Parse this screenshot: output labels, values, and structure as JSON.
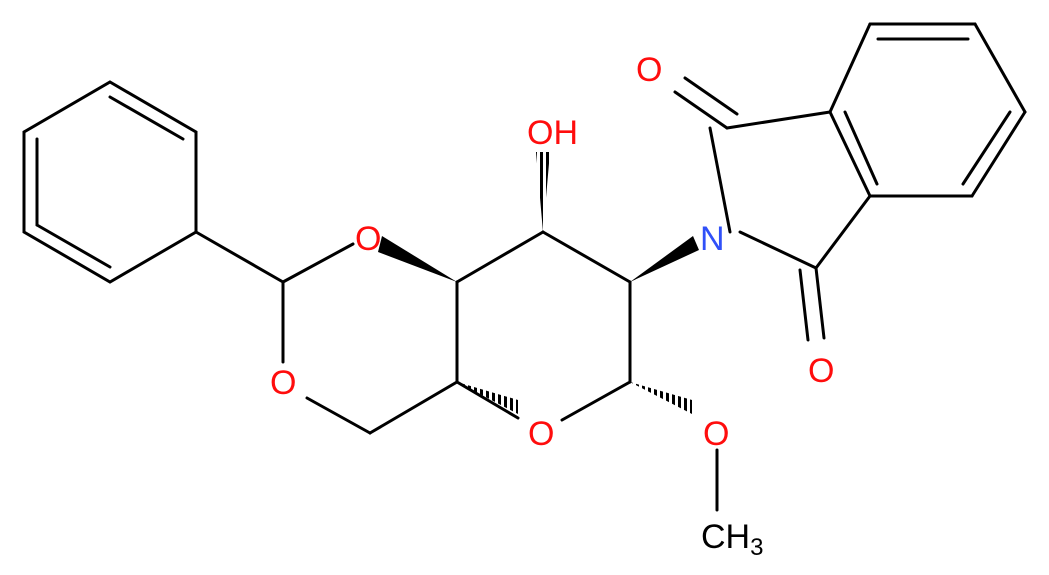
{
  "molecule": {
    "atom_labels": {
      "o_ring_top": "O",
      "o_ring_bottom": "O",
      "o_pyranose": "O",
      "o_methoxy": "O",
      "hydroxyl": "OH",
      "nitrogen": "N",
      "o_carbonyl_top": "O",
      "o_carbonyl_bottom": "O",
      "methyl_main": "CH",
      "methyl_subscript": "3"
    },
    "colors": {
      "bond": "#000000",
      "oxygen": "#ff0d0d",
      "nitrogen": "#3050f8",
      "carbon_label": "#000000"
    }
  }
}
